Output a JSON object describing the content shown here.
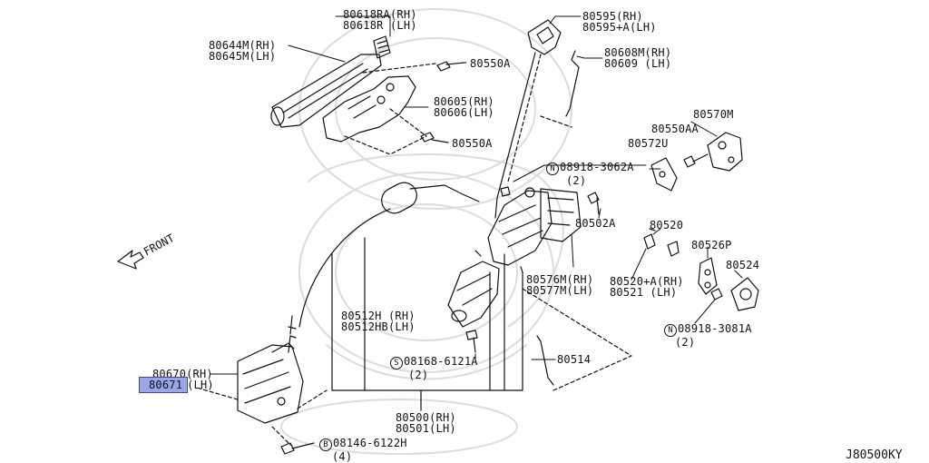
{
  "diagram_ref": "J80500KY",
  "front_label": "FRONT",
  "labels": {
    "p80618": [
      "80618RA(RH)",
      "80618R (LH)"
    ],
    "p80644": [
      "80644M(RH)",
      "80645M(LH)"
    ],
    "p80550a_top": [
      "80550A"
    ],
    "p80605": [
      "80605(RH)",
      "80606(LH)"
    ],
    "p80550a_mid": [
      "80550A"
    ],
    "p80595": [
      "80595(RH)",
      "80595+A(LH)"
    ],
    "p80608": [
      "80608M(RH)",
      "80609 (LH)"
    ],
    "p80570": [
      "80570M"
    ],
    "p80550aa": [
      "80550AA"
    ],
    "p80572": [
      "80572U"
    ],
    "p08918_3062": [
      "08918-3062A",
      "(2)"
    ],
    "p80502": [
      "80502A"
    ],
    "p80520": [
      "80520"
    ],
    "p80526": [
      "80526P"
    ],
    "p80524": [
      "80524"
    ],
    "p80576": [
      "80576M(RH)",
      "80577M(LH)"
    ],
    "p80520a": [
      "80520+A(RH)",
      "80521 (LH)"
    ],
    "p08918_3081": [
      "08918-3081A",
      "(2)"
    ],
    "p80512": [
      "80512H (RH)",
      "80512HB(LH)"
    ],
    "p80514": [
      "80514"
    ],
    "p08168": [
      "08168-6121A",
      "(2)"
    ],
    "p80670_rh": [
      "80670(RH)"
    ],
    "p80671_lh_code": "80671",
    "p80671_lh_side": "(LH)",
    "p80500": [
      "80500(RH)",
      "80501(LH)"
    ],
    "p08146": [
      "08146-6122H",
      "(4)"
    ]
  },
  "symbols": {
    "n": "N",
    "s": "S",
    "b": "B"
  },
  "colors": {
    "line": "#111111",
    "highlight": "#9aa7e6",
    "watermark": "#d9d9d9"
  }
}
